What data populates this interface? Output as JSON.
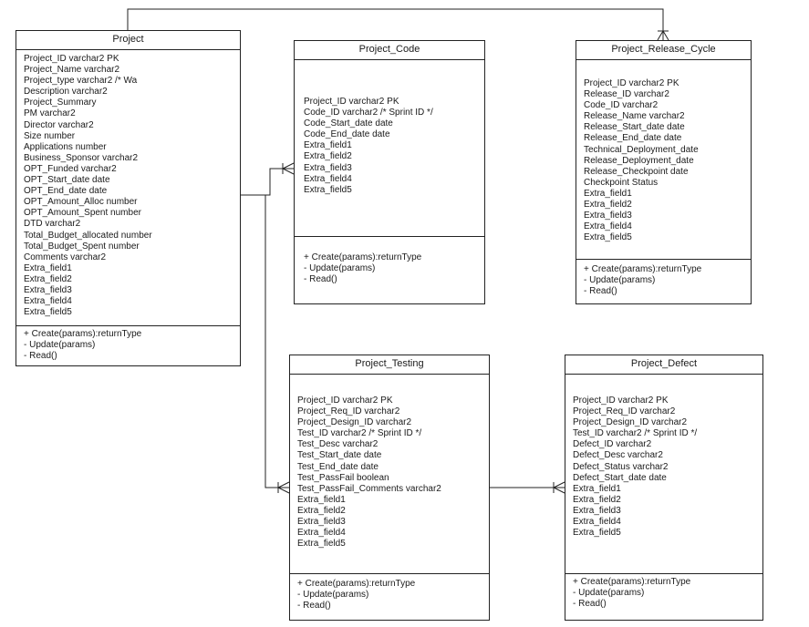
{
  "classes": {
    "project": {
      "title": "Project",
      "attributes": [
        "Project_ID varchar2 PK",
        "Project_Name varchar2",
        "Project_type varchar2 /* Wa",
        "Description  varchar2",
        "Project_Summary",
        "PM varchar2",
        "Director varchar2",
        "Size number",
        "Applications  number",
        "Business_Sponsor varchar2",
        "OPT_Funded varchar2",
        "OPT_Start_date date",
        "OPT_End_date date",
        "OPT_Amount_Alloc number",
        "OPT_Amount_Spent number",
        "DTD varchar2",
        "Total_Budget_allocated number",
        "Total_Budget_Spent number",
        "Comments varchar2",
        "Extra_field1",
        "Extra_field2",
        "Extra_field3",
        "Extra_field4",
        "Extra_field5"
      ],
      "operations": [
        "+ Create(params):returnType",
        "- Update(params)",
        "- Read()"
      ]
    },
    "project_code": {
      "title": "Project_Code",
      "attributes": [
        "Project_ID varchar2 PK",
        "Code_ID varchar2   /* Sprint ID */",
        "Code_Start_date date",
        "Code_End_date date",
        "Extra_field1",
        "Extra_field2",
        "Extra_field3",
        "Extra_field4",
        "Extra_field5"
      ],
      "operations": [
        "+ Create(params):returnType",
        "- Update(params)",
        "- Read()"
      ]
    },
    "project_release_cycle": {
      "title": "Project_Release_Cycle",
      "attributes": [
        "Project_ID varchar2 PK",
        "Release_ID  varchar2",
        "Code_ID varchar2",
        "Release_Name varchar2",
        "Release_Start_date date",
        "Release_End_date date",
        "Technical_Deployment_date",
        "Release_Deployment_date",
        "Release_Checkpoint date",
        "Checkpoint Status",
        "Extra_field1",
        "Extra_field2",
        "Extra_field3",
        "Extra_field4",
        "Extra_field5"
      ],
      "operations": [
        "+ Create(params):returnType",
        "- Update(params)",
        "- Read()"
      ]
    },
    "project_testing": {
      "title": "Project_Testing",
      "attributes": [
        "Project_ID varchar2 PK",
        "Project_Req_ID varchar2",
        "Project_Design_ID varchar2",
        "Test_ID varchar2   /* Sprint ID */",
        "Test_Desc varchar2",
        "Test_Start_date date",
        "Test_End_date date",
        " Test_PassFail boolean",
        "Test_PassFail_Comments varchar2",
        "Extra_field1",
        "Extra_field2",
        "Extra_field3",
        "Extra_field4",
        "Extra_field5"
      ],
      "operations": [
        "+ Create(params):returnType",
        "- Update(params)",
        "- Read()"
      ]
    },
    "project_defect": {
      "title": "Project_Defect",
      "attributes": [
        "Project_ID varchar2 PK",
        "Project_Req_ID varchar2",
        "Project_Design_ID varchar2",
        "Test_ID varchar2   /* Sprint ID */",
        "Defect_ID varchar2",
        "Defect_Desc varchar2",
        "Defect_Status varchar2",
        "Defect_Start_date date",
        "Extra_field1",
        "Extra_field2",
        "Extra_field3",
        "Extra_field4",
        "Extra_field5"
      ],
      "operations": [
        "+ Create(params):returnType",
        "- Update(params)",
        "- Read()"
      ]
    }
  },
  "relationships": [
    {
      "from": "Project",
      "to": "Project_Release_Cycle",
      "end": "crow-foot"
    },
    {
      "from": "Project",
      "to": "Project_Code",
      "end": "crow-foot"
    },
    {
      "from": "Project",
      "to": "Project_Testing",
      "end": "crow-foot"
    },
    {
      "from": "Project_Defect",
      "to": "Project_Testing",
      "end": "crow-foot"
    }
  ]
}
